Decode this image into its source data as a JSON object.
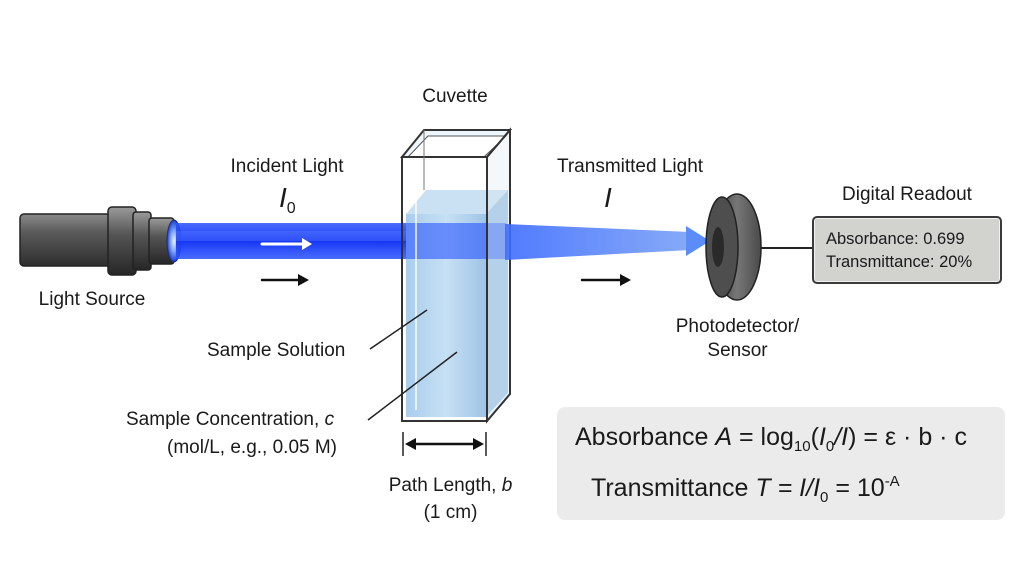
{
  "labels": {
    "cuvette": "Cuvette",
    "incident_light": "Incident Light",
    "transmitted_light": "Transmitted Light",
    "light_source": "Light Source",
    "digital_readout": "Digital Readout",
    "photodetector_line1": "Photodetector/",
    "photodetector_line2": "Sensor",
    "sample_solution": "Sample Solution",
    "sample_concentration_text": "Sample Concentration, ",
    "sample_concentration_var": "c",
    "sample_units": "(mol/L, e.g., 0.05 M)",
    "path_length_text": "Path Length, ",
    "path_length_var": "b",
    "path_length_value": "(1 cm)"
  },
  "symbols": {
    "incident_main": "I",
    "incident_sub": "0",
    "transmitted": "I"
  },
  "readout": {
    "absorbance": "Absorbance: 0.699",
    "transmittance": "Transmittance: 20%"
  },
  "formulas": {
    "absorbance_word": "Absorbance ",
    "absorbance_symbol": "A",
    "absorbance_eq": " = log",
    "log_base": "10",
    "open_paren": "(",
    "I": "I",
    "zero": "0",
    "slash_I": "/I",
    "rhs": ") = ε · b · c",
    "transmittance_word": "Transmittance ",
    "transmittance_symbol": "T",
    "transmittance_eq": " = I/I",
    "transmittance_rhs": " = 10",
    "exponent": "-A"
  },
  "colors": {
    "beam": "#1f4fff",
    "liquid": "#b9d6ee",
    "readout_bg": "#d2d2cf",
    "formula_bg": "#ebebeb"
  }
}
